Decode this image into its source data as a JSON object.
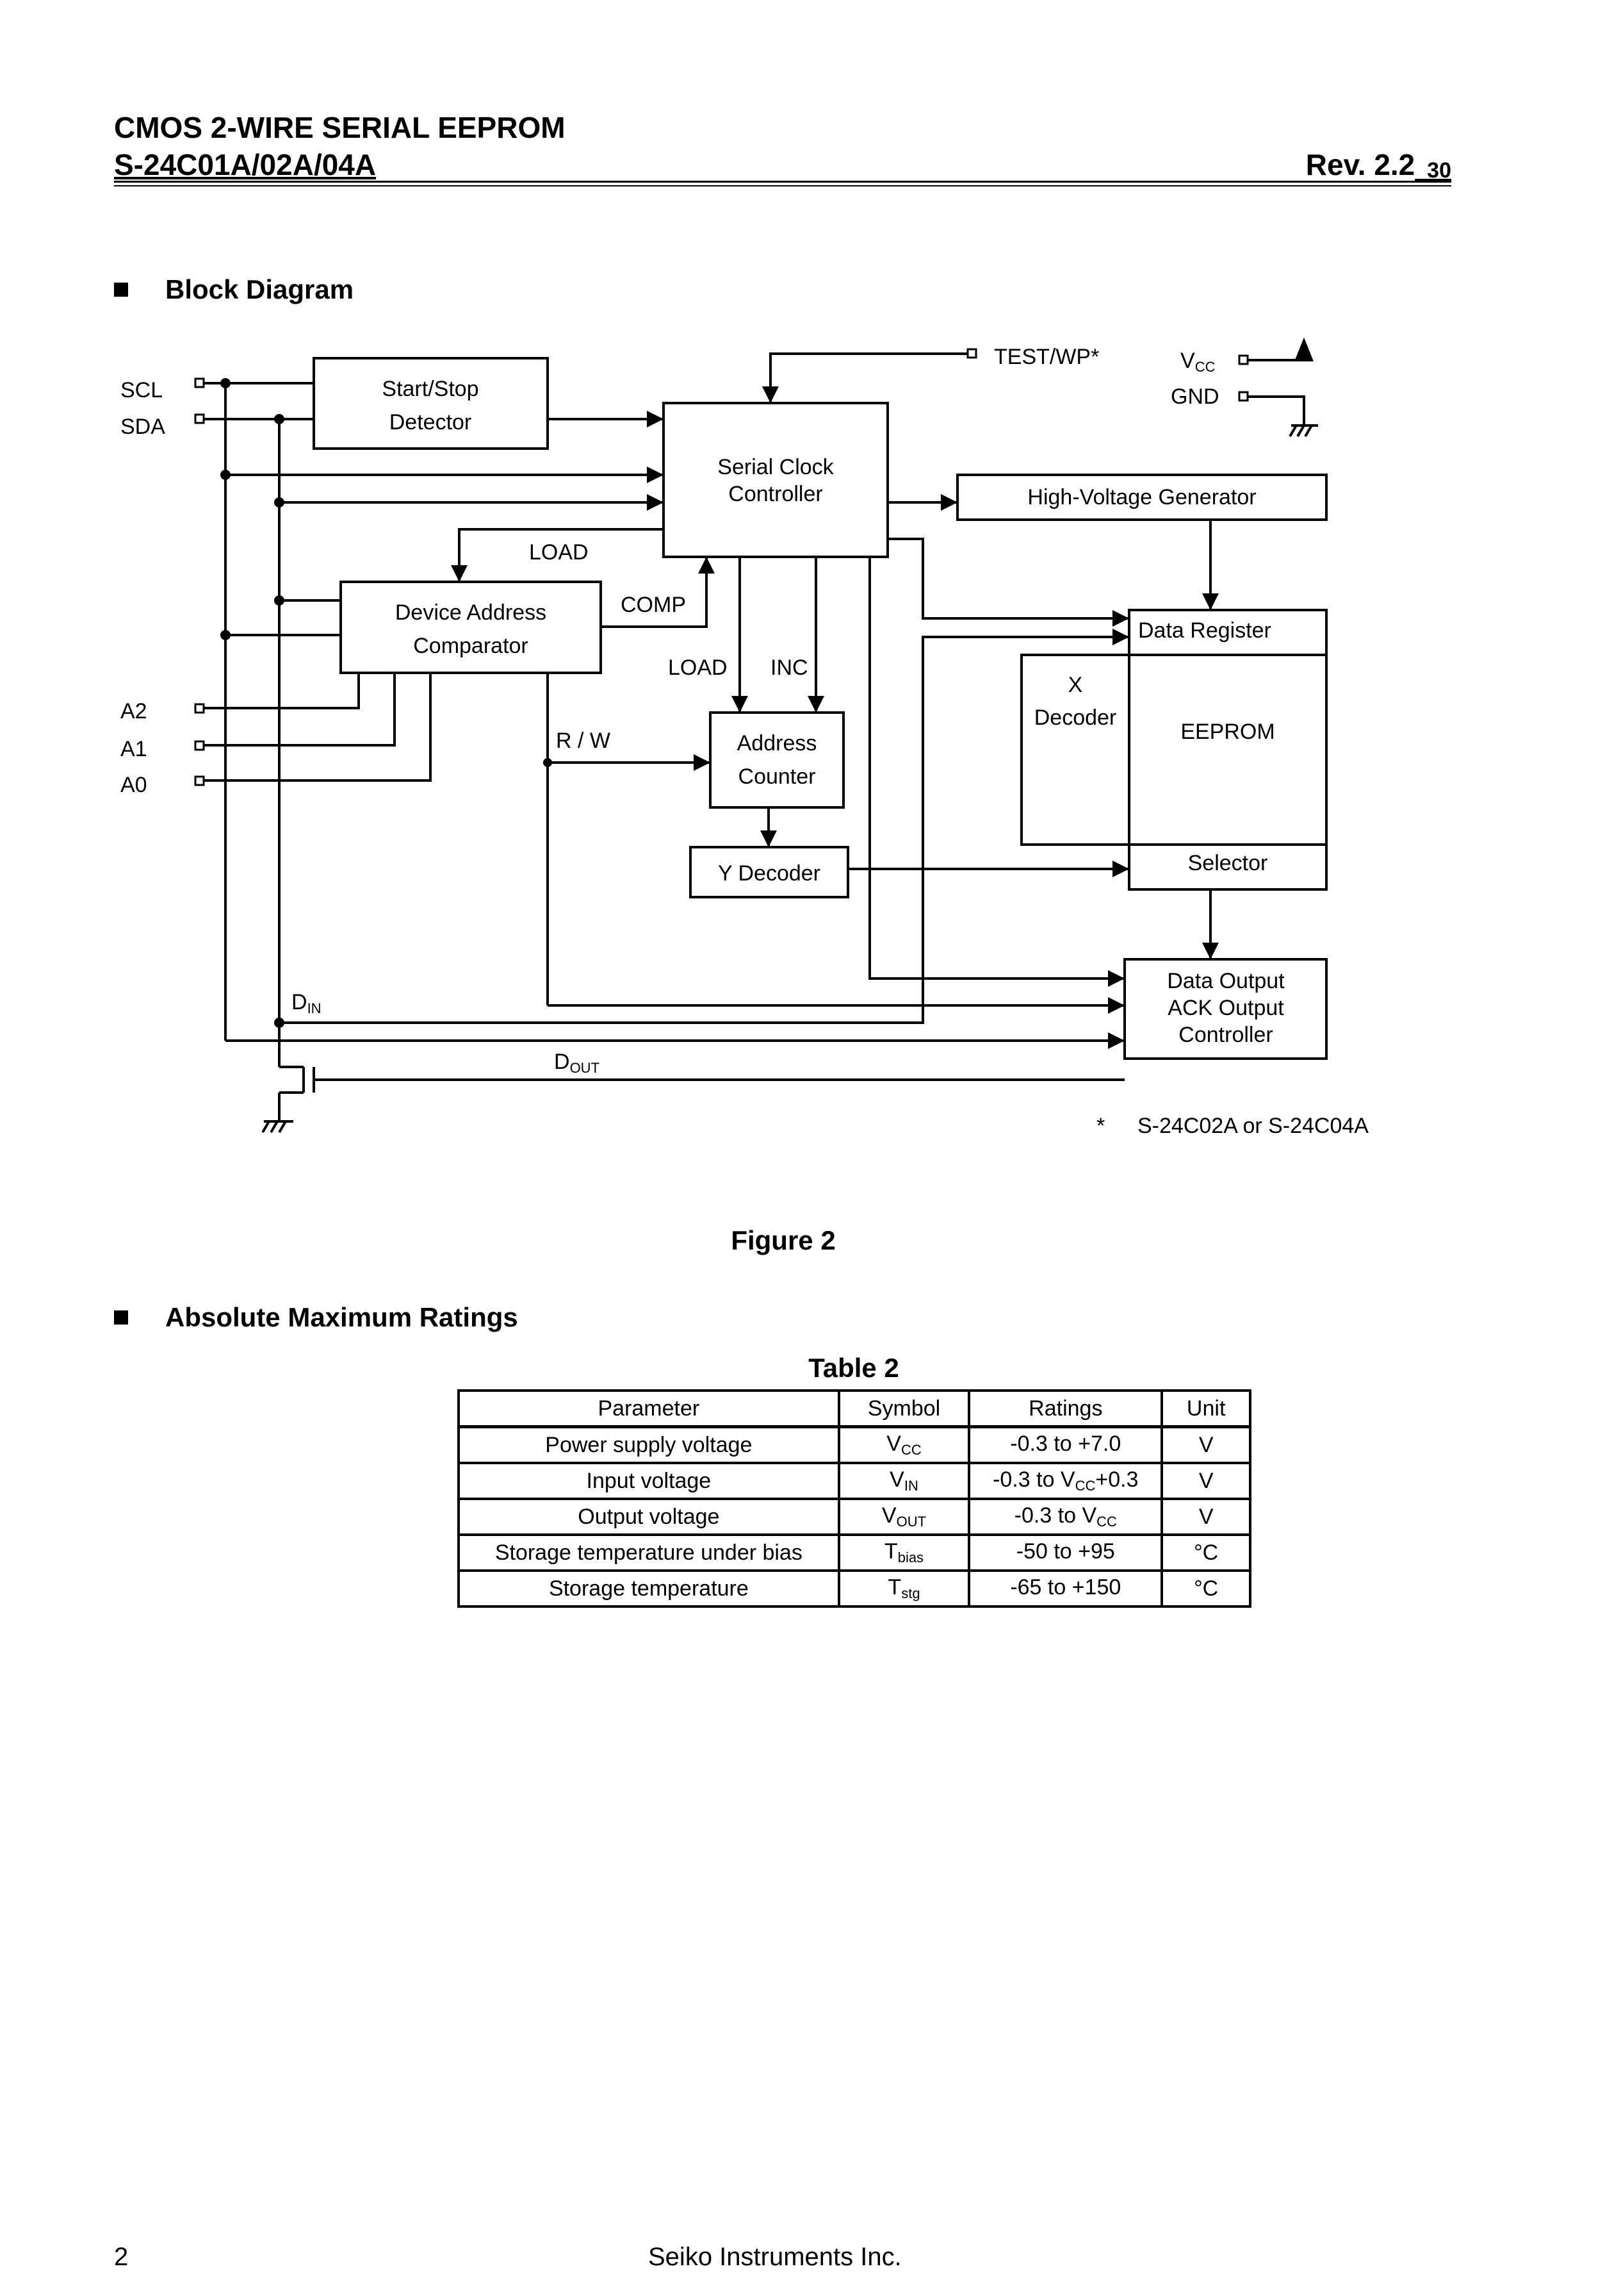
{
  "header": {
    "title": "CMOS 2-WIRE SERIAL  EEPROM",
    "part": "S-24C01A/02A/04A",
    "rev": "Rev. 2.2",
    "rev_suffix": "_30"
  },
  "block_section_title": "Block Diagram",
  "diagram": {
    "pins": {
      "scl": "SCL",
      "sda": "SDA",
      "a2": "A2",
      "a1": "A1",
      "a0": "A0",
      "test": "TEST/WP*",
      "vcc": "V",
      "vcc_sub": "CC",
      "gnd": "GND"
    },
    "blocks": {
      "start_stop_1": "Start/Stop",
      "start_stop_2": "Detector",
      "serial_clock_1": "Serial Clock",
      "serial_clock_2": "Controller",
      "hv_gen": "High-Voltage Generator",
      "dev_addr_1": "Device Address",
      "dev_addr_2": "Comparator",
      "data_reg": "Data Register",
      "x_dec_1": "X",
      "x_dec_2": "Decoder",
      "eeprom": "EEPROM",
      "addr_counter_1": "Address",
      "addr_counter_2": "Counter",
      "y_decoder": "Y Decoder",
      "selector": "Selector",
      "data_out_1": "Data Output",
      "data_out_2": "ACK Output",
      "data_out_3": "Controller"
    },
    "signals": {
      "load_top": "LOAD",
      "comp": "COMP",
      "load_mid": "LOAD",
      "inc": "INC",
      "rw": "R / W",
      "din": "D",
      "din_sub": "IN",
      "dout": "D",
      "dout_sub": "OUT"
    },
    "note_mark": "*",
    "note_text": "S-24C02A or S-24C04A"
  },
  "figure_caption": "Figure 2",
  "ratings_section_title": "Absolute Maximum Ratings",
  "table_caption": "Table  2",
  "table": {
    "headers": [
      "Parameter",
      "Symbol",
      "Ratings",
      "Unit"
    ],
    "rows": [
      {
        "parameter": "Power supply voltage",
        "sym": "V",
        "sym_sub": "CC",
        "rating_pre": "-0.3 to +7.0",
        "rating_sub": "",
        "rating_post": "",
        "unit": "V"
      },
      {
        "parameter": "Input voltage",
        "sym": "V",
        "sym_sub": "IN",
        "rating_pre": "-0.3 to V",
        "rating_sub": "CC",
        "rating_post": "+0.3",
        "unit": "V"
      },
      {
        "parameter": "Output voltage",
        "sym": "V",
        "sym_sub": "OUT",
        "rating_pre": "-0.3 to V",
        "rating_sub": "CC",
        "rating_post": "",
        "unit": "V"
      },
      {
        "parameter": "Storage temperature under bias",
        "sym": "T",
        "sym_sub": "bias",
        "rating_pre": "-50 to +95",
        "rating_sub": "",
        "rating_post": "",
        "unit": "°C"
      },
      {
        "parameter": "Storage temperature",
        "sym": "T",
        "sym_sub": "stg",
        "rating_pre": "-65 to +150",
        "rating_sub": "",
        "rating_post": "",
        "unit": "°C"
      }
    ]
  },
  "footer": {
    "page": "2",
    "company": "Seiko Instruments Inc."
  }
}
